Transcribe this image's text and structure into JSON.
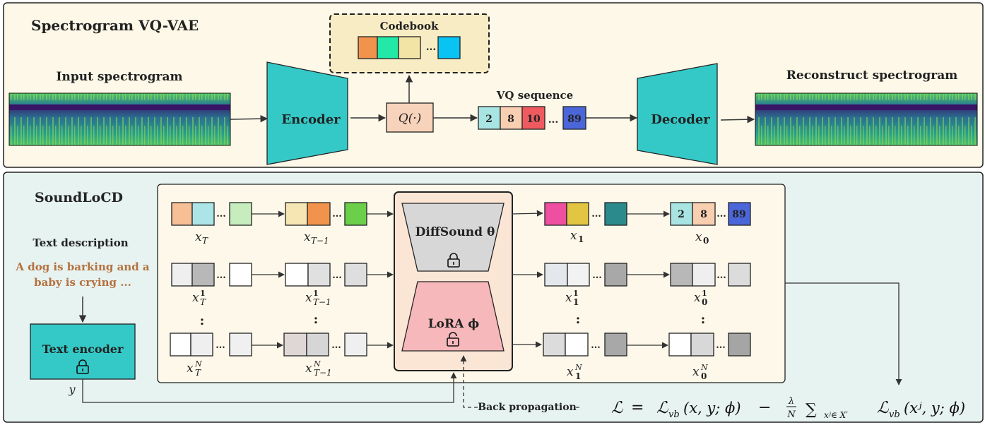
{
  "vqvae": {
    "title": "Spectrogram VQ-VAE",
    "input_label": "Input spectrogram",
    "output_label": "Reconstruct spectrogram",
    "encoder_label": "Encoder",
    "decoder_label": "Decoder",
    "codebook_label": "Codebook",
    "quantizer_label": "Q(·)",
    "vq_sequence_label": "VQ sequence",
    "vq_tokens": [
      "2",
      "8",
      "10",
      "89"
    ],
    "ellipsis": "..."
  },
  "soundlocd": {
    "title": "SoundLoCD",
    "text_description_label": "Text description",
    "text_description": [
      "A dog is barking and a",
      "baby is crying ..."
    ],
    "text_encoder_label": "Text encoder",
    "y_label": "y",
    "diffsound_label": "DiffSound θ",
    "lora_label": "LoRA ϕ",
    "back_propagation_label": "Back propagation",
    "x0_tokens": [
      "2",
      "8",
      "89"
    ],
    "dots": ":"
  },
  "loss": {
    "L": "ℒ",
    "eq": "=",
    "Lvb1": "ℒ",
    "vb": "vb",
    "args1": "(x, y; ϕ)",
    "minus": "−",
    "lam": "λ",
    "N": "N",
    "sum": "∑",
    "sum_sub": "xʲ∈ X′",
    "args2": "(xʲ, y; ϕ)"
  },
  "colors": {
    "top_panel_bg": "#fdf8e8",
    "bottom_panel_bg": "#e7f3f1",
    "inner_panel_bg": "#fdf8ea",
    "model_panel_bg": "#fbe6d6",
    "codebook_bg": "#f8ecc4",
    "teal": "#34c9c7",
    "diffsound_gray": "#d7d7d7",
    "lora_pink": "#f7b8bb",
    "token_brown": "#b5713e",
    "cell_cyan": "#a8e4e2",
    "cell_peach": "#f8cfb1",
    "cell_red": "#ee5a5f",
    "cell_blue": "#4b66d9"
  }
}
